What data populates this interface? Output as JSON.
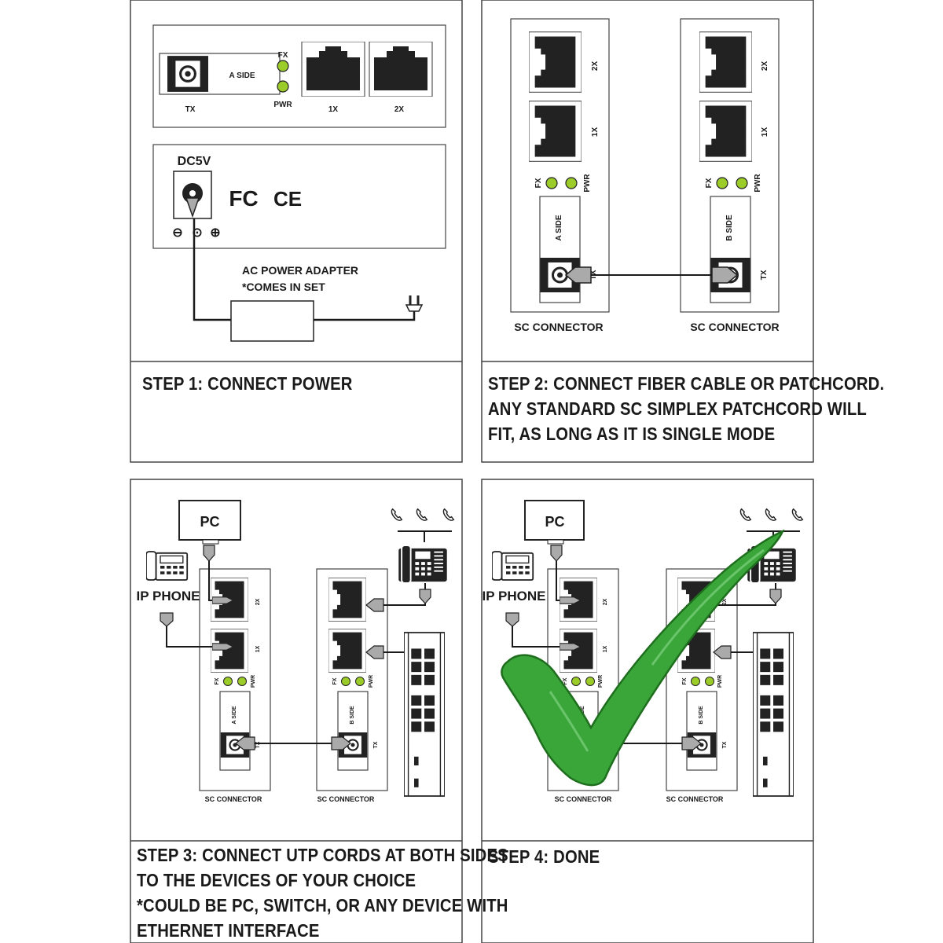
{
  "steps": [
    {
      "lines": [
        "STEP 1: CONNECT POWER"
      ],
      "labels": {
        "tx": "TX",
        "side": "A SIDE",
        "fx": "FX",
        "pwr": "PWR",
        "port1": "1X",
        "port2": "2X",
        "dc": "DC5V",
        "fcc": "FC",
        "ce": "CE",
        "adapter1": "AC POWER ADAPTER",
        "adapter2": "*COMES IN SET"
      }
    },
    {
      "lines": [
        "STEP 2: CONNECT FIBER CABLE OR PATCHCORD.",
        "ANY STANDARD SC SIMPLEX PATCHCORD WILL",
        "FIT, AS LONG AS IT IS SINGLE MODE"
      ],
      "labels": {
        "port2": "2X",
        "port1": "1X",
        "fx": "FX",
        "pwr": "PWR",
        "sideA": "A SIDE",
        "sideB": "B SIDE",
        "tx": "TX",
        "sc": "SC CONNECTOR"
      }
    },
    {
      "lines": [
        "STEP 3: CONNECT UTP CORDS AT BOTH SIDES",
        "TO THE DEVICES OF YOUR CHOICE",
        "*COULD BE PC, SWITCH, OR ANY DEVICE WITH",
        "ETHERNET INTERFACE"
      ],
      "labels": {
        "pc": "PC",
        "ipphone": "IP PHONE",
        "port2": "2X",
        "port1": "1X",
        "fx": "FX",
        "pwr": "PWR",
        "sideA": "A SIDE",
        "sideB": "B SIDE",
        "tx": "TX",
        "sc": "SC CONNECTOR"
      }
    },
    {
      "lines": [
        "STEP 4: DONE"
      ],
      "labels": {
        "pc": "PC",
        "ipphone": "IP PHONE",
        "port2": "2X",
        "port1": "1X",
        "fx": "FX",
        "pwr": "PWR",
        "sideA": "A SIDE",
        "sideB": "B SIDE",
        "tx": "TX",
        "sc": "SC CONNECTOR"
      }
    }
  ],
  "colors": {
    "led": "#9ccc2a",
    "check": "#3aa63a",
    "port": "#222222",
    "line": "#1a1a1a"
  }
}
